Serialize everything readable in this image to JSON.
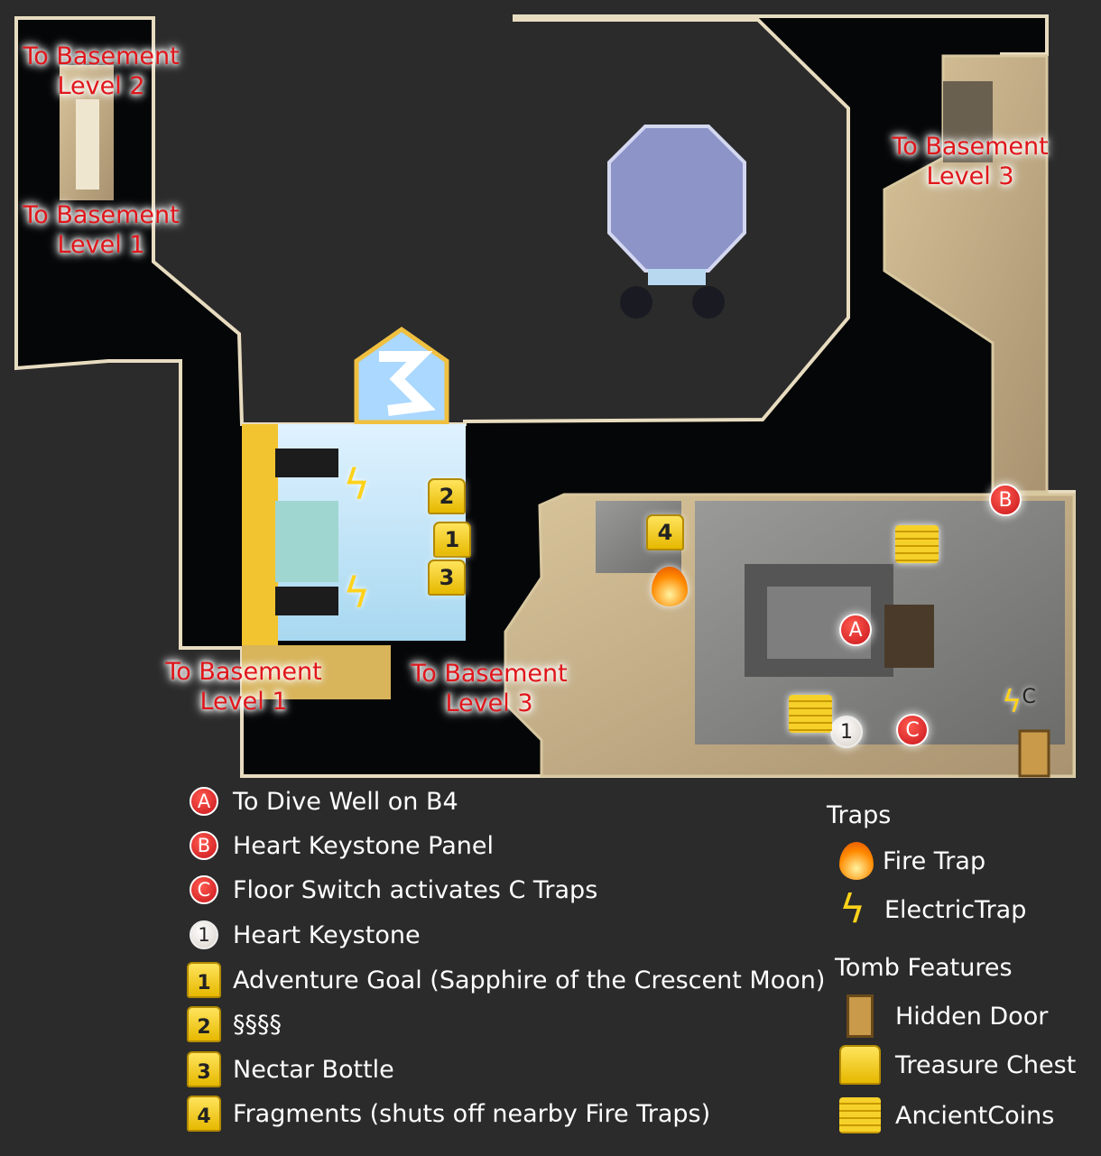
{
  "map_labels": {
    "basement2_top": [
      "To Basement",
      "Level 2"
    ],
    "basement1_top": [
      "To Basement",
      "Level 1"
    ],
    "basement3_right": [
      "To Basement",
      "Level 3"
    ],
    "basement1_bottom": [
      "To Basement",
      "Level 1"
    ],
    "basement3_bottom": [
      "To Basement",
      "Level 3"
    ]
  },
  "map_markers": {
    "A": "A",
    "B": "B",
    "C1": "C",
    "C2": "C",
    "key1": "1",
    "chest2": "2",
    "chest1": "1",
    "chest3": "3",
    "chest4": "4"
  },
  "legend": {
    "items": [
      {
        "marker": "A",
        "kind": "red-circle",
        "text": "To Dive Well on B4"
      },
      {
        "marker": "B",
        "kind": "red-circle",
        "text": "Heart Keystone Panel"
      },
      {
        "marker": "C",
        "kind": "red-circle",
        "text": "Floor Switch activates C Traps"
      },
      {
        "marker": "1",
        "kind": "white-circle",
        "text": "Heart Keystone"
      },
      {
        "marker": "1",
        "kind": "chest",
        "text": "Adventure Goal (Sapphire of the Crescent Moon)"
      },
      {
        "marker": "2",
        "kind": "chest",
        "text": "§§§§"
      },
      {
        "marker": "3",
        "kind": "chest",
        "text": "Nectar Bottle"
      },
      {
        "marker": "4",
        "kind": "chest",
        "text": "Fragments (shuts off nearby Fire Traps)"
      }
    ],
    "traps_heading": "Traps",
    "traps": [
      {
        "icon": "fire-trap-icon",
        "text": "Fire Trap"
      },
      {
        "icon": "electric-trap-icon",
        "text": "ElectricTrap"
      }
    ],
    "features_heading": "Tomb Features",
    "features": [
      {
        "icon": "hidden-door-icon",
        "text": "Hidden Door"
      },
      {
        "icon": "treasure-chest-icon",
        "text": "Treasure Chest"
      },
      {
        "icon": "ancient-coins-icon",
        "text": "AncientCoins"
      }
    ]
  },
  "colors": {
    "background": "#2b2b2b",
    "floor_outline": "#e8dcc0",
    "label_red": "#e0161b",
    "chest_gold": "#f5cc1a"
  }
}
